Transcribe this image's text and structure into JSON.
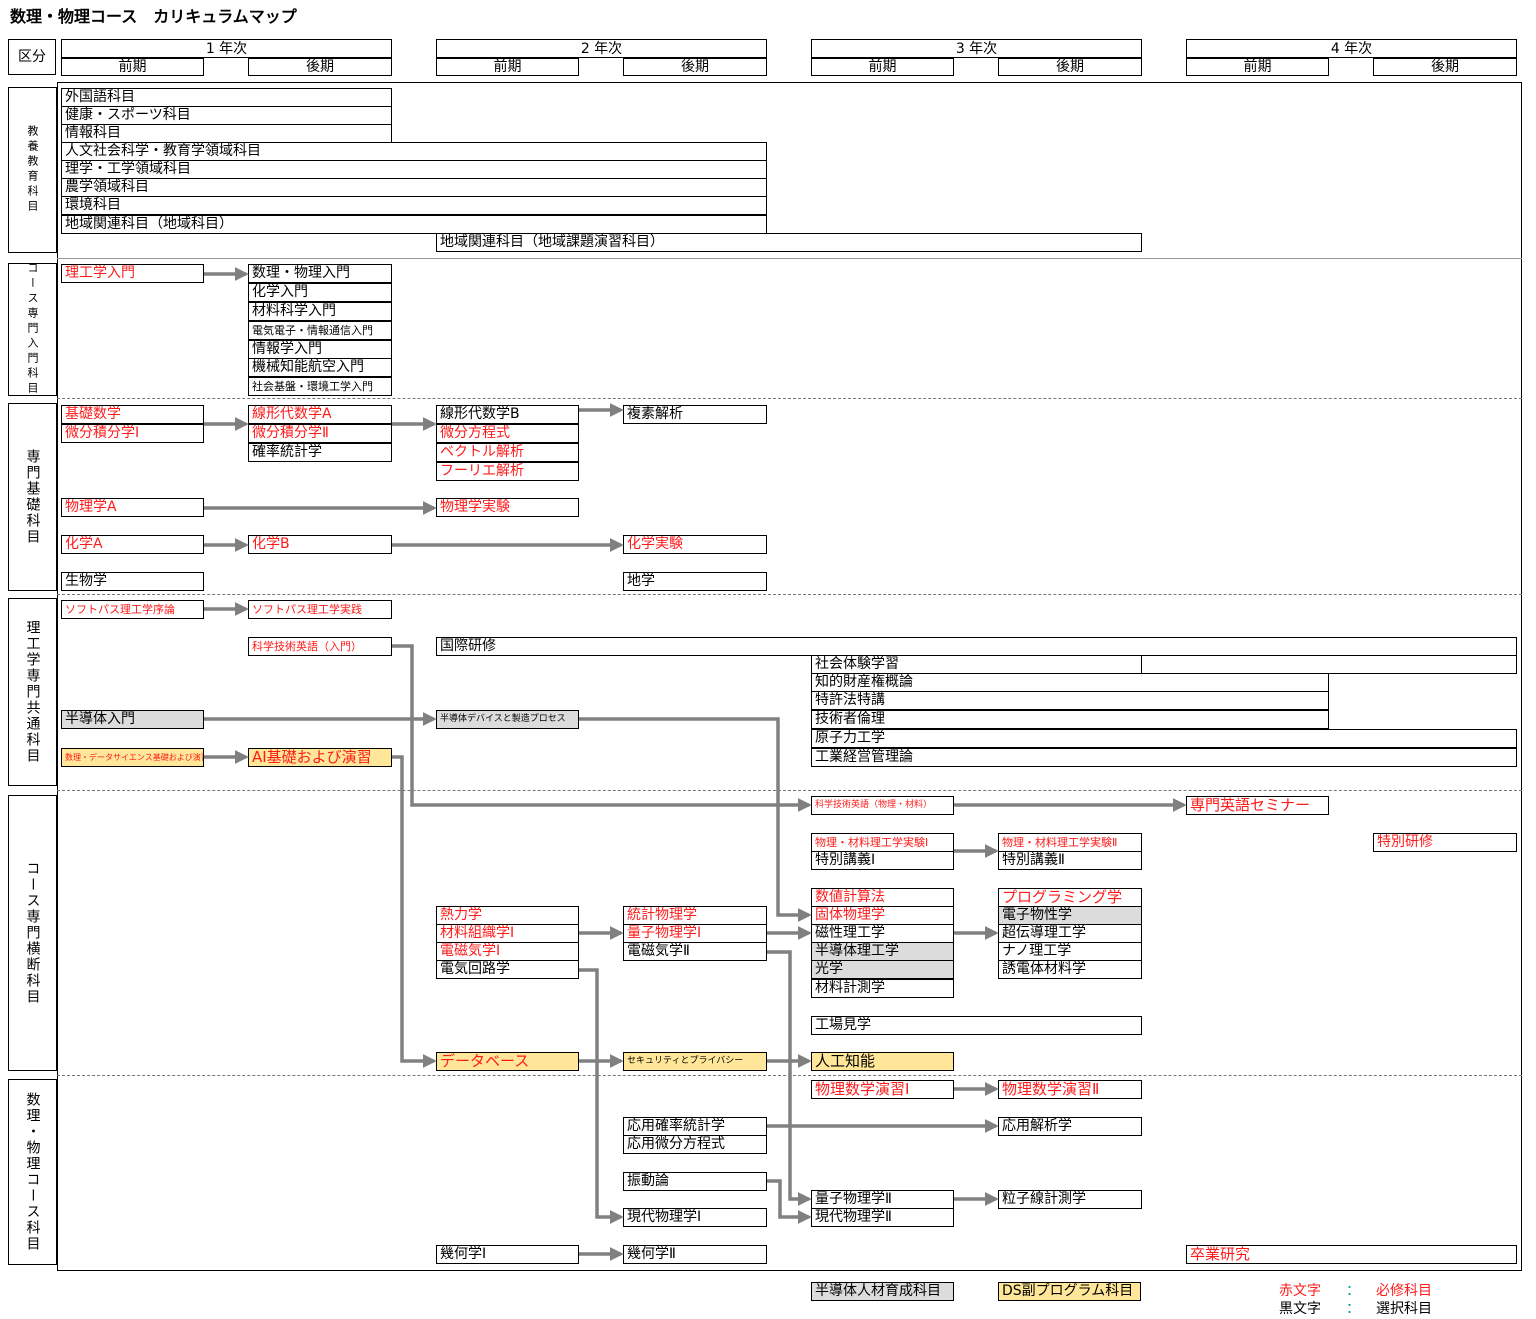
{
  "title": "数理・物理コース　カリキュラムマップ",
  "header": {
    "kubun": "区分",
    "years": [
      "1 年次",
      "2 年次",
      "3 年次",
      "4 年次"
    ],
    "zenki": "前期",
    "kouki": "後期"
  },
  "sections": {
    "kyoyo": "教養教育科目",
    "course_nyumon": "コース専門入門科目",
    "senmon_kiso": "専門基礎科目",
    "rikou_kyotsu": "理工学専門共通科目",
    "course_oudan": "コース専門横断科目",
    "suri_butsuri": "数理・物理コース科目"
  },
  "kyoyo": [
    "外国語科目",
    "健康・スポーツ科目",
    "情報科目",
    "人文社会科学・教育学領域科目",
    "理学・工学領域科目",
    "農学領域科目",
    "環境科目",
    "地域関連科目（地域科目）",
    "地域関連科目（地域課題演習科目）"
  ],
  "nyumon": [
    "理工学入門",
    "数理・物理入門",
    "化学入門",
    "材料科学入門",
    "電気電子・情報通信入門",
    "情報学入門",
    "機械知能航空入門",
    "社会基盤・環境工学入門"
  ],
  "kiso": [
    "基礎数学",
    "微分積分学Ⅰ",
    "線形代数学A",
    "微分積分学Ⅱ",
    "確率統計学",
    "線形代数学B",
    "微分方程式",
    "ベクトル解析",
    "フーリエ解析",
    "複素解析",
    "物理学A",
    "物理学実験",
    "化学A",
    "化学B",
    "化学実験",
    "生物学",
    "地学"
  ],
  "kyotsu": [
    "ソフトパス理工学序論",
    "ソフトパス理工学実践",
    "科学技術英語（入門）",
    "国際研修",
    "社会体験学習",
    "知的財産権概論",
    "特許法特講",
    "技術者倫理",
    "原子力工学",
    "工業経営管理論",
    "半導体入門",
    "半導体デバイスと製造プロセス",
    "数理・データサイエンス基礎および演習",
    "AI基礎および演習"
  ],
  "oudan": [
    "科学技術英語（物理・材料）",
    "専門英語セミナー",
    "物理・材料理工学実験Ⅰ",
    "特別講義Ⅰ",
    "物理・材料理工学実験Ⅱ",
    "特別講義Ⅱ",
    "特別研修",
    "数値計算法",
    "固体物理学",
    "磁性理工学",
    "半導体理工学",
    "光学",
    "材料計測学",
    "プログラミング学",
    "電子物性学",
    "超伝導理工学",
    "ナノ理工学",
    "誘電体材料学",
    "熱力学",
    "材料組織学Ⅰ",
    "電磁気学Ⅰ",
    "電気回路学",
    "統計物理学",
    "量子物理学Ⅰ",
    "電磁気学Ⅱ",
    "工場見学",
    "データベース",
    "セキュリティとプライバシー",
    "人工知能"
  ],
  "suri": [
    "物理数学演習Ⅰ",
    "物理数学演習Ⅱ",
    "応用確率統計学",
    "応用微分方程式",
    "応用解析学",
    "振動論",
    "量子物理学Ⅱ",
    "現代物理学Ⅱ",
    "粒子線計測学",
    "現代物理学Ⅰ",
    "幾何学Ⅰ",
    "幾何学Ⅱ",
    "卒業研究"
  ],
  "legend": {
    "semi": "半導体人材育成科目",
    "ds": "DS副プログラム科目",
    "red_label": "赤文字",
    "black_label": "黒文字",
    "colon": "：",
    "required": "必修科目",
    "elective": "選択科目"
  },
  "colors": {
    "required_text": "#ff1a1a",
    "semiconductor_fill": "#dcdcdc",
    "ds_fill": "#ffe699",
    "arrow": "#808080"
  }
}
